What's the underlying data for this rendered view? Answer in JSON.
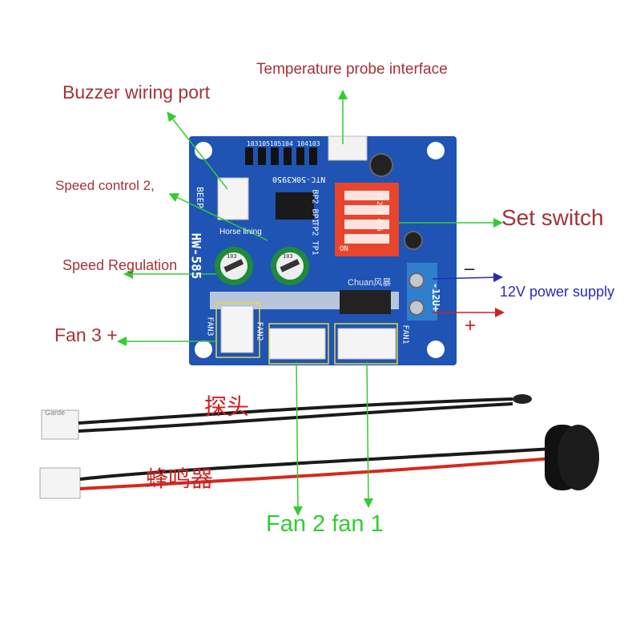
{
  "annotations": {
    "temperature_probe": "Temperature probe interface",
    "buzzer_port": "Buzzer wiring port",
    "speed_control_2": "Speed control 2,",
    "speed_regulation": "Speed Regulation",
    "fan3": "Fan 3 +",
    "set_switch": "Set switch",
    "power_supply": "12V power supply",
    "minus_sign": "–",
    "plus_sign": "+",
    "fan2_fan1": "Fan 2 fan 1",
    "probe_cn": "探头",
    "buzzer_cn": "蜂鸣器"
  },
  "board": {
    "model": "HW-585",
    "beep": "BEEP",
    "horse_lining": "Horse lining",
    "ntc": "NTC-50K3950",
    "chip_codes": "103105105104 104103",
    "dip_label": "ON",
    "dip_numbers": "1 2 3 4 5",
    "bp": "BP2 BP1",
    "tp": "TP2 TP1",
    "fan1": "FAN1",
    "fan2": "FAN2",
    "fan3": "FAN3",
    "v12": "-12U+",
    "pot_text": "103",
    "watermark": "Chuan风暴",
    "cable_tag": "Garde"
  },
  "colors": {
    "pcb": "#1f54b4",
    "label_red": "#a63238",
    "label_green": "#33cc33",
    "label_blue": "#2a2ab8",
    "dip_switch": "#e8452c",
    "wire_red": "#d42a1e",
    "wire_black": "#1a1a1a"
  }
}
